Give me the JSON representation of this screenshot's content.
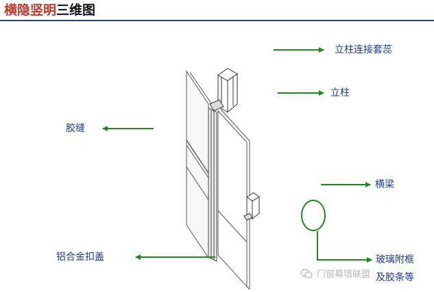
{
  "title": {
    "highlight": "横隐竖明",
    "rest": "三维图"
  },
  "labels": {
    "sleeve": "立柱连接套蕊",
    "column": "立柱",
    "joint": "胶缝",
    "beam": "横梁",
    "cap": "铝合金扣盖",
    "glass_line1": "玻璃附框",
    "glass_line2": "及胶条等"
  },
  "watermark": "门窗幕墙联盟",
  "colors": {
    "title_highlight": "#c0392b",
    "rule": "#1f3fa0",
    "arrow": "#1a8a1a",
    "label": "#1a3a8a"
  }
}
